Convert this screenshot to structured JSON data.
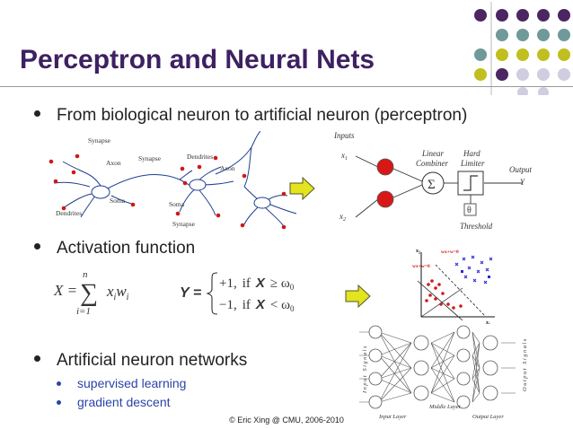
{
  "slide": {
    "title": "Perceptron and Neural Nets",
    "footer": "© Eric Xing @ CMU, 2006-2010",
    "accent_colors": {
      "title": "#3d2161",
      "purple": "#4b2663",
      "teal": "#6f9a99",
      "olive": "#c0bf1f",
      "lavender": "#cfcde0",
      "bullet_sub": "#2a43a8"
    }
  },
  "bullets": {
    "b1": "From biological neuron to artificial neuron (perceptron)",
    "b2": "Activation function",
    "b3": "Artificial neuron networks",
    "sub1": "supervised learning",
    "sub2": "gradient descent"
  },
  "bio_neuron": {
    "labels": {
      "synapse_a": "Synapse",
      "axon_a": "Axon",
      "synapse_b": "Synapse",
      "dendrites_a": "Dendrites",
      "axon_b": "Axon",
      "soma_a": "Soma",
      "soma_b": "Soma",
      "dendrites_b": "Dendrites",
      "synapse_c": "Synapse"
    }
  },
  "perceptron": {
    "inputs": "Inputs",
    "x1": "x",
    "x1_sub": "1",
    "x2": "x",
    "x2_sub": "2",
    "linear": "Linear",
    "combiner": "Combiner",
    "hard": "Hard",
    "limiter": "Limiter",
    "output": "Output",
    "y": "Y",
    "sigma": "Σ",
    "theta": "θ",
    "threshold": "Threshold"
  },
  "activation": {
    "eq1_lhs": "X =",
    "eq1_sum": "∑",
    "eq1_top": "n",
    "eq1_bottom": "i=1",
    "eq1_term": "x",
    "eq1_term_sub": "i",
    "eq1_w": "w",
    "eq1_w_sub": "i",
    "eq2_lhs": "Y =",
    "case1_val": "+1,",
    "case1_if": "if",
    "case1_var": "X",
    "case1_rel": "≥ ω",
    "case1_sub": "0",
    "case2_val": "−1,",
    "case2_if": "if",
    "case2_var": "X",
    "case2_rel": "< ω",
    "case2_sub": "0"
  },
  "scatter": {
    "x2": "x",
    "x2_sub": "2",
    "x1": "x",
    "x1_sub": "1",
    "line1": "w",
    "line1_rest": "x+w",
    "line1_end": "=0",
    "line2": "w",
    "line2_rest": "x+w",
    "line2_end": "=0"
  },
  "network": {
    "input_signals": "Input Signals",
    "output_signals": "Output Signals",
    "input_layer": "Input Layer",
    "middle_layer": "Middle Layer",
    "output_layer": "Output Layer"
  }
}
